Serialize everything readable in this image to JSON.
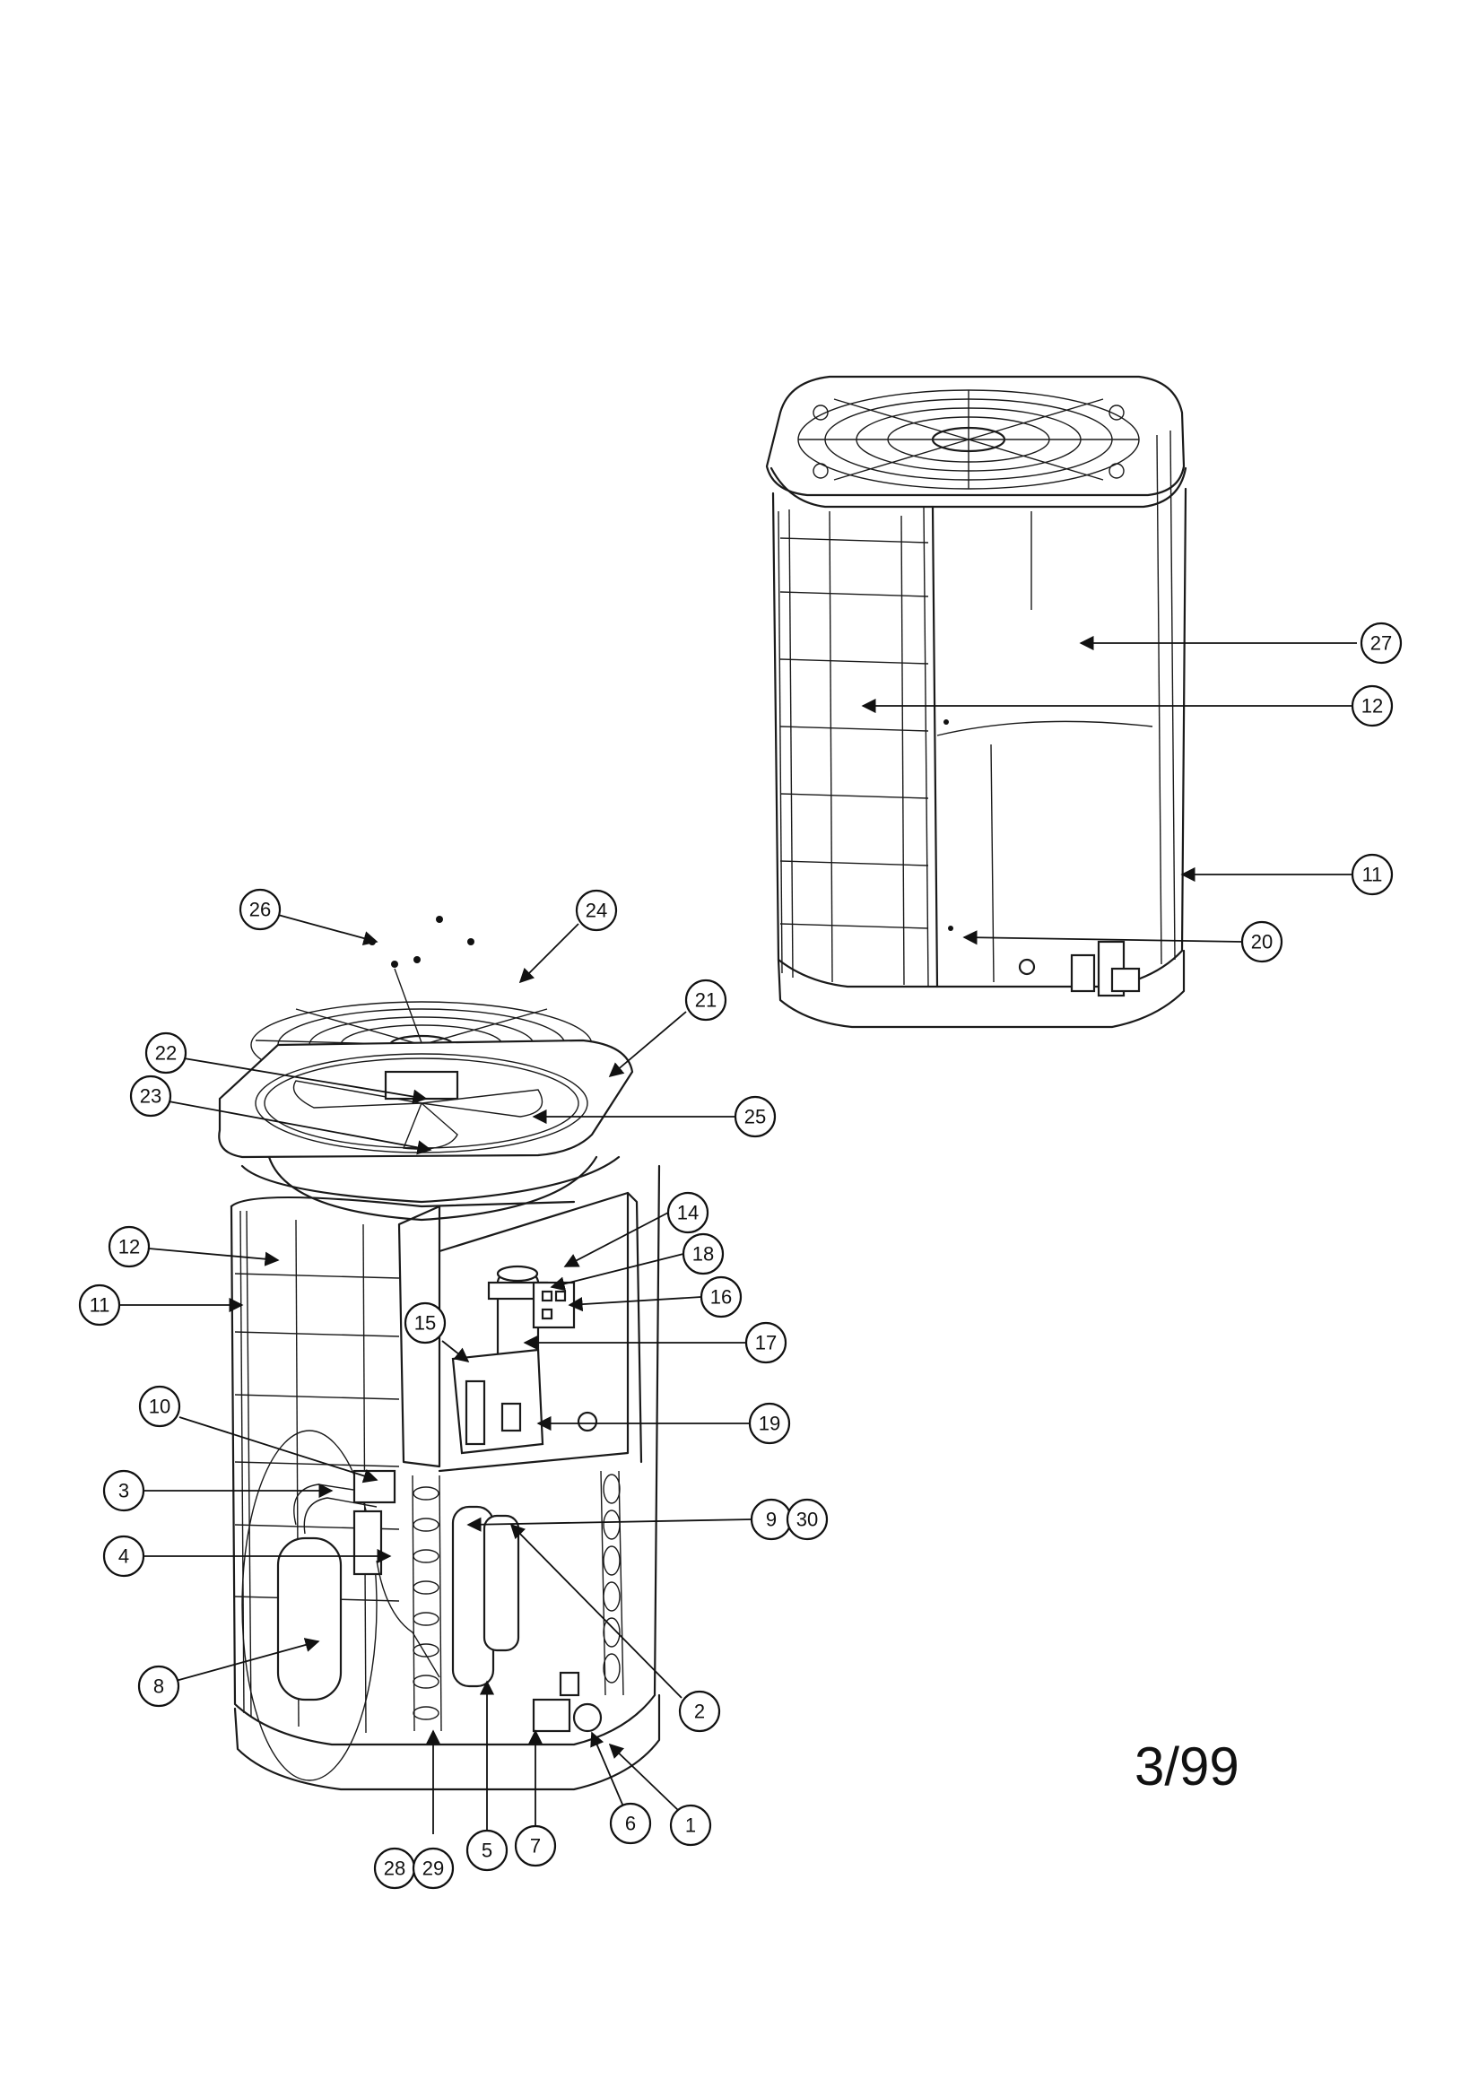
{
  "date_code": "3/99",
  "callouts": {
    "c27": "27",
    "c12r": "12",
    "c11r": "11",
    "c20": "20",
    "c26": "26",
    "c24": "24",
    "c21": "21",
    "c22": "22",
    "c23": "23",
    "c25": "25",
    "c14": "14",
    "c18": "18",
    "c16": "16",
    "c12l": "12",
    "c11l": "11",
    "c15": "15",
    "c17": "17",
    "c10": "10",
    "c19": "19",
    "c3": "3",
    "c9": "9",
    "c30": "30",
    "c4": "4",
    "c2": "2",
    "c8": "8",
    "c6": "6",
    "c1": "1",
    "c5": "5",
    "c7": "7",
    "c28": "28",
    "c29": "29"
  }
}
